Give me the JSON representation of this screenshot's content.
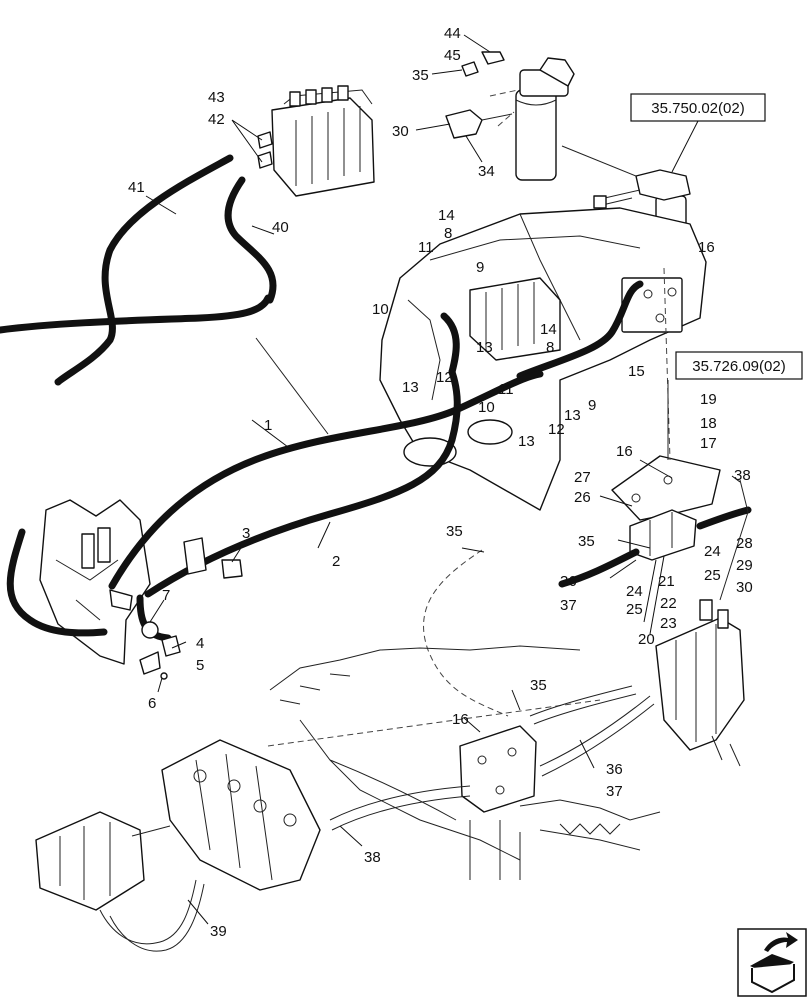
{
  "references": [
    {
      "id": "ref-top",
      "text": "35.750.02(02)"
    },
    {
      "id": "ref-mid",
      "text": "35.726.09(02)"
    }
  ],
  "callouts": [
    {
      "id": "c44",
      "text": "44"
    },
    {
      "id": "c45",
      "text": "45"
    },
    {
      "id": "c35a",
      "text": "35"
    },
    {
      "id": "c30a",
      "text": "30"
    },
    {
      "id": "c34",
      "text": "34"
    },
    {
      "id": "c43",
      "text": "43"
    },
    {
      "id": "c42",
      "text": "42"
    },
    {
      "id": "c41",
      "text": "41"
    },
    {
      "id": "c40",
      "text": "40"
    },
    {
      "id": "c14a",
      "text": "14"
    },
    {
      "id": "c8a",
      "text": "8"
    },
    {
      "id": "c11a",
      "text": "11"
    },
    {
      "id": "c9a",
      "text": "9"
    },
    {
      "id": "c10a",
      "text": "10"
    },
    {
      "id": "c13a",
      "text": "13"
    },
    {
      "id": "c12a",
      "text": "12"
    },
    {
      "id": "c13b",
      "text": "13"
    },
    {
      "id": "c14b",
      "text": "14"
    },
    {
      "id": "c8b",
      "text": "8"
    },
    {
      "id": "c16a",
      "text": "16"
    },
    {
      "id": "c15",
      "text": "15"
    },
    {
      "id": "c11b",
      "text": "11"
    },
    {
      "id": "c10b",
      "text": "10"
    },
    {
      "id": "c9b",
      "text": "9"
    },
    {
      "id": "c13c",
      "text": "13"
    },
    {
      "id": "c12b",
      "text": "12"
    },
    {
      "id": "c13d",
      "text": "13"
    },
    {
      "id": "c1",
      "text": "1"
    },
    {
      "id": "c2",
      "text": "2"
    },
    {
      "id": "c3",
      "text": "3"
    },
    {
      "id": "c7",
      "text": "7"
    },
    {
      "id": "c4",
      "text": "4"
    },
    {
      "id": "c5",
      "text": "5"
    },
    {
      "id": "c6",
      "text": "6"
    },
    {
      "id": "c19",
      "text": "19"
    },
    {
      "id": "c18",
      "text": "18"
    },
    {
      "id": "c17",
      "text": "17"
    },
    {
      "id": "c16b",
      "text": "16"
    },
    {
      "id": "c27",
      "text": "27"
    },
    {
      "id": "c26",
      "text": "26"
    },
    {
      "id": "c38a",
      "text": "38"
    },
    {
      "id": "c35b",
      "text": "35"
    },
    {
      "id": "c28",
      "text": "28"
    },
    {
      "id": "c24a",
      "text": "24"
    },
    {
      "id": "c29",
      "text": "29"
    },
    {
      "id": "c25a",
      "text": "25"
    },
    {
      "id": "c30b",
      "text": "30"
    },
    {
      "id": "c36a",
      "text": "36"
    },
    {
      "id": "c37a",
      "text": "37"
    },
    {
      "id": "c24b",
      "text": "24"
    },
    {
      "id": "c21",
      "text": "21"
    },
    {
      "id": "c25b",
      "text": "25"
    },
    {
      "id": "c22",
      "text": "22"
    },
    {
      "id": "c23",
      "text": "23"
    },
    {
      "id": "c20",
      "text": "20"
    },
    {
      "id": "c35c",
      "text": "35"
    },
    {
      "id": "c35d",
      "text": "35"
    },
    {
      "id": "c16c",
      "text": "16"
    },
    {
      "id": "c36b",
      "text": "36"
    },
    {
      "id": "c37b",
      "text": "37"
    },
    {
      "id": "c38b",
      "text": "38"
    },
    {
      "id": "c39",
      "text": "39"
    }
  ],
  "nav_icon": "next-page-arrow-icon"
}
